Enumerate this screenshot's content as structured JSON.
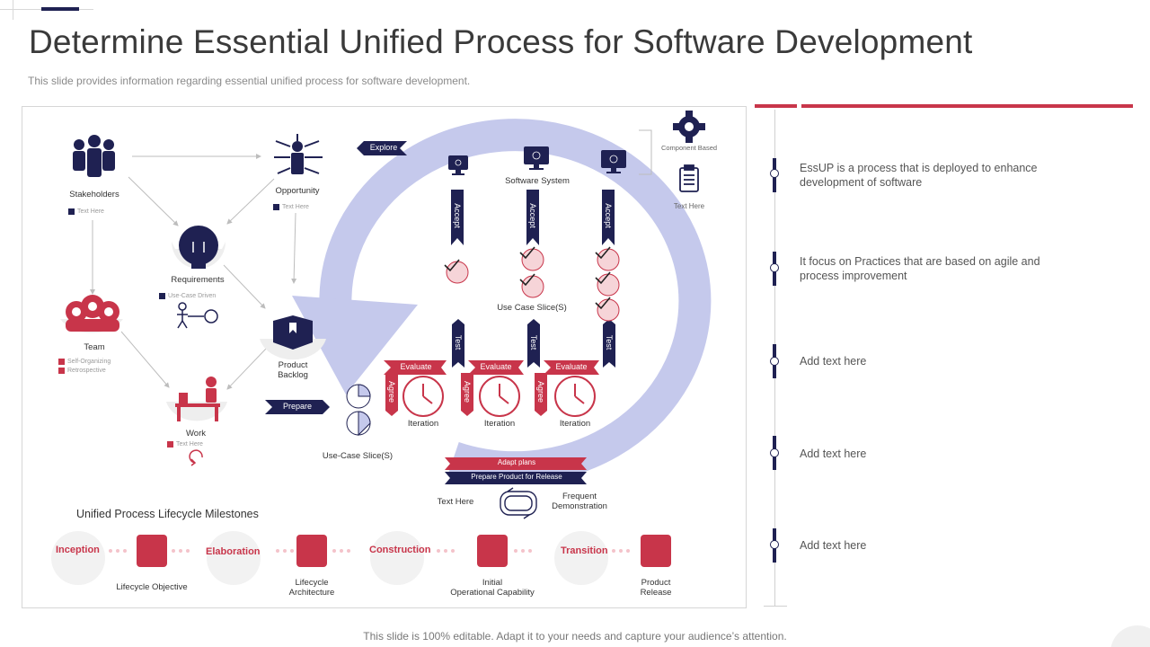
{
  "header": {
    "title": "Determine Essential Unified Process for Software Development",
    "subtitle": "This slide provides information regarding essential unified process for software development."
  },
  "diagram": {
    "stakeholders": "Stakeholders",
    "opportunity": "Opportunity",
    "requirements": "Requirements",
    "team": "Team",
    "work": "Work",
    "product_backlog": "Product\nBacklog",
    "text_here_1": "Text Here",
    "text_here_2": "Text Here",
    "use_case_driven": "Use-Case Driven",
    "self_organizing": "Self-Organizing",
    "retrospective": "Retrospective",
    "text_here_3": "Text Here",
    "explore": "Explore",
    "prepare": "Prepare",
    "software_system": "Software System",
    "use_case_slices_top": "Use Case Slice(S)",
    "use_case_slices_bottom": "Use-Case Slice(S)",
    "component_based": "Component  Based",
    "text_here_doc": "Text Here",
    "accept": "Accept",
    "test": "Test",
    "evaluate": "Evaluate",
    "agree": "Agree",
    "iteration": "Iteration",
    "adapt_plans": "Adapt plans",
    "prepare_release": "Prepare Product for Release",
    "text_here_bottom": "Text Here",
    "frequent_demo": "Frequent\nDemonstration"
  },
  "milestones": {
    "title": "Unified  Process Lifecycle Milestones",
    "phases": [
      "Inception",
      "Elaboration",
      "Construction",
      "Transition"
    ],
    "labels": [
      "Lifecycle Objective",
      "Lifecycle\nArchitecture",
      "Initial\nOperational Capability",
      "Product\nRelease"
    ]
  },
  "points": [
    "EssUP is a process that is deployed to enhance development  of software",
    "It focus on Practices that are based on agile and process improvement",
    "Add text here",
    "Add text here",
    "Add text here"
  ],
  "footer": "This slide is 100% editable. Adapt it to your needs and capture your audience’s attention.",
  "colors": {
    "navy": "#1f2152",
    "red": "#c8354a",
    "cycle": "#c5c9ec"
  }
}
